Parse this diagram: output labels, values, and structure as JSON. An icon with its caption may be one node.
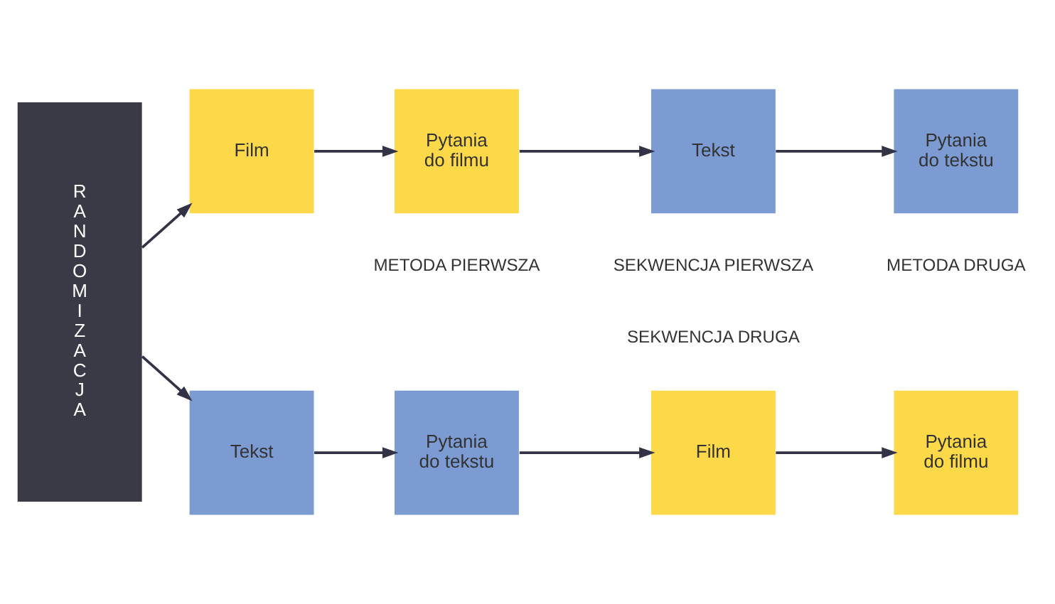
{
  "diagram": {
    "nodes": [
      {
        "text": [
          "RANDOMIZACJA"
        ]
      },
      {
        "text": [
          "Film"
        ]
      },
      {
        "text": [
          "Pytania do filmu"
        ]
      },
      {
        "text": [
          "Tekst"
        ]
      },
      {
        "text": [
          "Pytania do tekstu"
        ]
      },
      {
        "text": [
          "Tekst"
        ]
      },
      {
        "text": [
          "Pytania do tekstu"
        ]
      },
      {
        "text": [
          "Film"
        ]
      },
      {
        "text": [
          "Pytania do filmu"
        ]
      }
    ],
    "edges": [
      {
        "from": 0,
        "to": 1,
        "arrow": "to"
      },
      {
        "from": 1,
        "to": 2,
        "arrow": "to"
      },
      {
        "from": 2,
        "to": 3,
        "arrow": "to"
      },
      {
        "from": 3,
        "to": 4,
        "arrow": "to"
      },
      {
        "from": 0,
        "to": 5,
        "arrow": "to"
      },
      {
        "from": 5,
        "to": 6,
        "arrow": "to"
      },
      {
        "from": 6,
        "to": 7,
        "arrow": "to"
      },
      {
        "from": 7,
        "to": 8,
        "arrow": "to"
      }
    ],
    "labels": [
      "SEKWENCJA PIERWSZA",
      "METODA PIERWSZA",
      "METODA DRUGA",
      "SEKWENCJA DRUGA"
    ]
  }
}
